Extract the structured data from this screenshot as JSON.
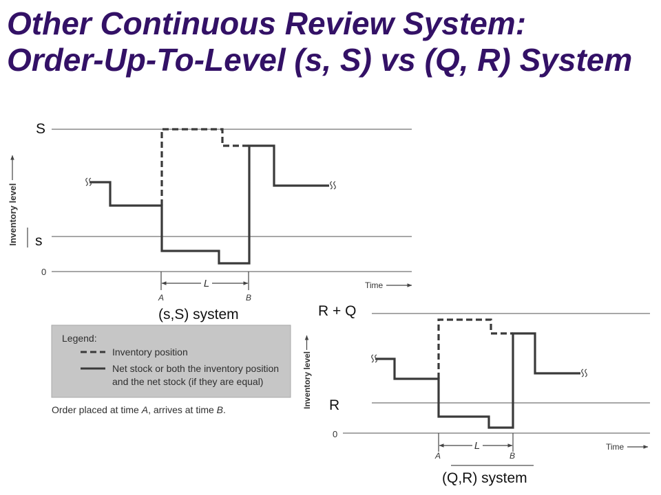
{
  "slide": {
    "title_line1": "Other Continuous Review System:",
    "title_line2": "Order-Up-To-Level (s, S) vs (Q, R) System"
  },
  "colors": {
    "title": "#331166",
    "legend_background": "#c6c6c6",
    "stock_line": "#3a3a3a"
  },
  "ss_system": {
    "caption": "(s,S) system",
    "upper_level_label": "S",
    "reorder_level_label": "s",
    "zero_label": "0",
    "y_axis_label": "Inventory level",
    "x_axis_label": "Time",
    "lead_time_label": "L",
    "order_time_label": "A",
    "arrival_time_label": "B",
    "break_icon": "series-break-icon"
  },
  "qr_system": {
    "caption": "(Q,R) system",
    "upper_level_label": "R + Q",
    "reorder_level_label": "R",
    "zero_label": "0",
    "y_axis_label": "Inventory level",
    "x_axis_label": "Time",
    "lead_time_label": "L",
    "order_time_label": "A",
    "arrival_time_label": "B",
    "break_icon": "series-break-icon"
  },
  "legend": {
    "heading": "Legend:",
    "dashed_item": "Inventory position",
    "solid_item_line1": "Net stock or both the inventory position",
    "solid_item_line2": "and the net stock (if they are equal)",
    "note": [
      "Order placed at time ",
      "A",
      ", arrives at time ",
      "B",
      "."
    ]
  }
}
